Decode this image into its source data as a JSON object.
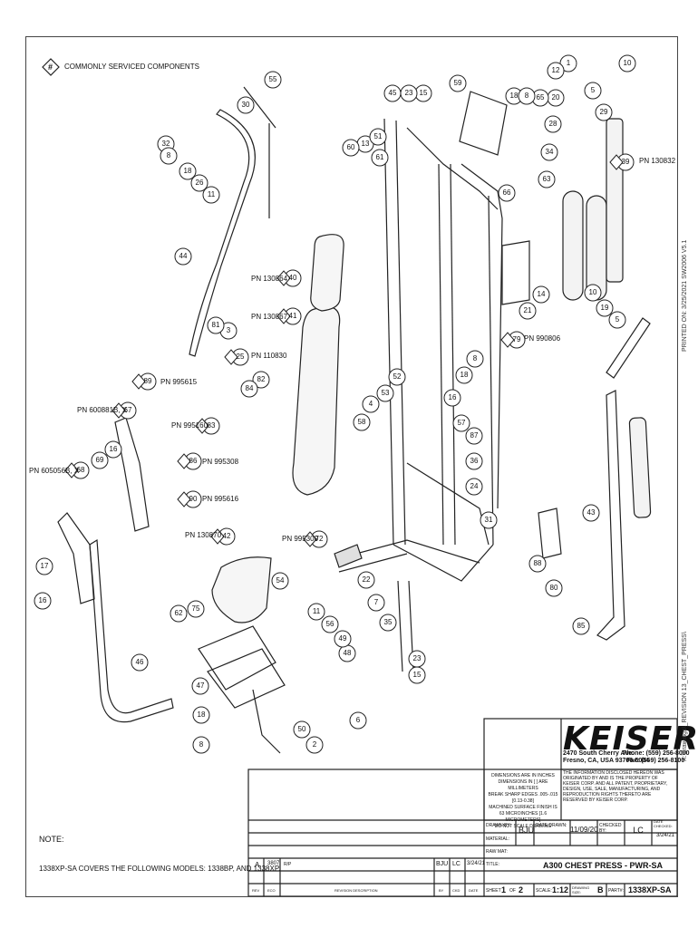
{
  "legend": {
    "symbol": "#",
    "text": "COMMONLY SERVICED COMPONENTS"
  },
  "part_labels": [
    "1",
    "2",
    "3",
    "4",
    "5",
    "6",
    "7",
    "8",
    "10",
    "11",
    "12",
    "13",
    "14",
    "15",
    "16",
    "17",
    "18",
    "19",
    "20",
    "21",
    "22",
    "23",
    "24",
    "25",
    "26",
    "28",
    "29",
    "30",
    "31",
    "32",
    "34",
    "35",
    "36",
    "39",
    "40",
    "41",
    "42",
    "43",
    "44",
    "45",
    "46",
    "47",
    "48",
    "49",
    "50",
    "51",
    "52",
    "53",
    "54",
    "55",
    "56",
    "57",
    "58",
    "59",
    "60",
    "61",
    "62",
    "63",
    "65",
    "66",
    "67",
    "68",
    "69",
    "72",
    "75",
    "79",
    "80",
    "81",
    "82",
    "83",
    "84",
    "85",
    "86",
    "87",
    "88",
    "89",
    "90"
  ],
  "pn_labels": {
    "p39": "PN 130832",
    "p40": "PN 130864",
    "p41": "PN 130867",
    "p25": "PN 110830",
    "p89": "PN 995615",
    "p67": "PN 600881B, X",
    "p83": "PN 995160",
    "p86": "PN 995308",
    "p68": "PN 605056B, X",
    "p90": "PN 995616",
    "p42": "PN 130870",
    "p72": "PN 995300",
    "p79": "PN 990806"
  },
  "side_text": {
    "printed": "PRINTED ON:  3/25/2021  SW2006 V5.1",
    "path": "X:\\drawings\\_REVISION 13_CHEST_PRESS\\"
  },
  "note": {
    "label": "NOTE:",
    "text": "1338XP-SA COVERS THE FOLLOWING MODELS: 1338BP, AND 1338XP."
  },
  "company": {
    "name": "KEISER",
    "address": "2470 South Cherry Ave.",
    "city": "Fresno, CA, USA 93706-5004",
    "phone": "Phone: (559) 256-8000",
    "fax": "Fax: (559) 256-8100",
    "proprietary": "THE INFORMATION DISCLOSED HEREON WAS ORIGINATED BY AND IS THE PROPERTY OF KEISER CORP. AND ALL PATENT, PROPRIETARY, DESIGN, USE, SALE, MANUFACTURING, AND REPRODUCTION RIGHTS THERETO ARE RESERVED BY KEISER CORP."
  },
  "dimensions_note": [
    "DIMENSIONS ARE IN INCHES",
    "DIMENSIONS IN [ ] ARE MILLIMETERS",
    "BREAK SHARP EDGES .005-.015 [0.13-0.38]",
    "MACHINED SURFACE FINISH IS",
    "63 MICROINCHES [1.6 MICROMETERS]",
    "DO NOT SCALE DRAWING"
  ],
  "title_block": {
    "drawn_label": "DRAWN BY:",
    "drawn_by": "BJU",
    "date_drawn_label": "DATE DRAWN:",
    "date_drawn": "11/09/20",
    "checked_label": "CHECKED BY:",
    "checked_by": "LC",
    "date_checked_label": "DATE CHECKED:",
    "date_checked": "3/24/21",
    "material_label": "MATERIAL:",
    "raw_mat_label": "RAW MAT:",
    "title_label": "TITLE:",
    "title": "A300 CHEST PRESS - PWR-SA",
    "sheet_label": "SHEET",
    "sheet": "1",
    "of_label": "OF",
    "sheet_total": "2",
    "scale_label": "SCALE:",
    "scale": "1:12",
    "size_label": "DRAWING SIZE:",
    "size": "B",
    "part_label": "PART#:",
    "part": "1338XP-SA"
  },
  "revision_table": {
    "headers": [
      "REV",
      "ECO",
      "REVISION DESCRIPTION",
      "BY",
      "CKD",
      "DATE"
    ],
    "rows": [
      [
        "A",
        "3807",
        "R/P",
        "BJU",
        "LC",
        "3/24/21"
      ]
    ]
  }
}
